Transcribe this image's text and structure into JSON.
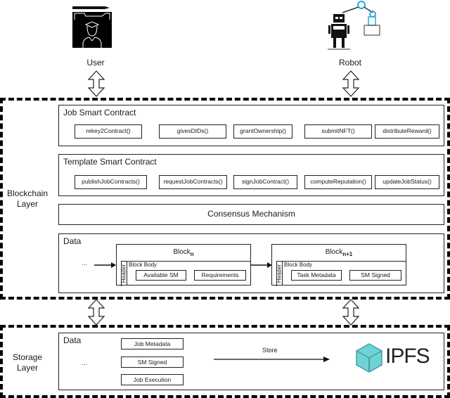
{
  "actors": {
    "user": {
      "label": "User",
      "icon": "user-icon"
    },
    "robot": {
      "label": "Robot",
      "icon": "robot-icon"
    }
  },
  "blockchain_layer": {
    "label_line1": "Blockchain",
    "label_line2": "Layer",
    "job_smart_contract": {
      "title": "Job Smart Contract",
      "functions": [
        "rekey2Contract()",
        "givesDIDs()",
        "grantOwnership()",
        "submitNFT()",
        "distributeReward()"
      ]
    },
    "template_smart_contract": {
      "title": "Template Smart Contract",
      "functions": [
        "publishJobContracts()",
        "requestJobContracts()",
        "signJobContract()",
        "computeReputation()",
        "updateJobStatus()"
      ]
    },
    "consensus": {
      "label": "Consensus Mechanism"
    },
    "data": {
      "title": "Data",
      "ellipsis": "...",
      "block_n": {
        "name": "Block",
        "subscript": "n",
        "header": "Header",
        "body_label": "Block Body",
        "items": [
          "Available SM",
          "Requirements"
        ]
      },
      "block_n1": {
        "name": "Block",
        "subscript": "n+1",
        "header": "Header",
        "body_label": "Block Body",
        "items": [
          "Task Metadata",
          "SM Signed"
        ]
      }
    }
  },
  "storage_layer": {
    "label_line1": "Storage",
    "label_line2": "Layer",
    "data": {
      "title": "Data",
      "ellipsis": "...",
      "items": [
        "Job Metadata",
        "SM Signed",
        "Job Execution"
      ],
      "store_label": "Store",
      "ipfs_label": "IPFS"
    }
  },
  "colors": {
    "ipfs_cube_light": "#6fd3d6",
    "ipfs_cube_dark": "#469ea2",
    "robot_accent": "#2aa8d8"
  }
}
